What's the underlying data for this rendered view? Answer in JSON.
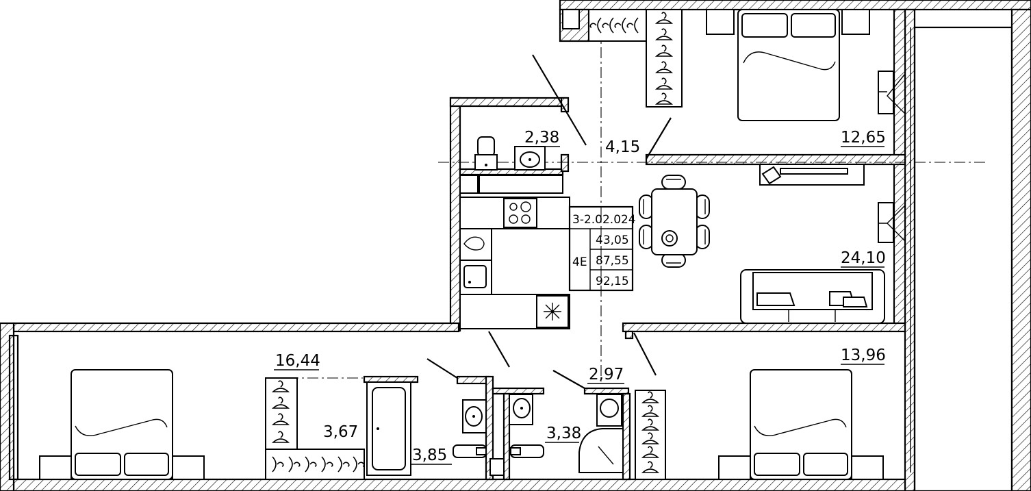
{
  "plan": {
    "apartment_code": "3-2.02.024",
    "type_code": "4E",
    "area_living": "43,05",
    "area_total": "87,55",
    "area_with_balcony": "92,15"
  },
  "rooms": [
    {
      "id": "bath-top",
      "area": "2,38"
    },
    {
      "id": "hall-top",
      "area": "4,15"
    },
    {
      "id": "bedroom-top",
      "area": "12,65"
    },
    {
      "id": "living-kitchen",
      "area": "24,10"
    },
    {
      "id": "bedroom-left",
      "area": "16,44"
    },
    {
      "id": "wardrobe",
      "area": "3,67"
    },
    {
      "id": "bathroom-bottom",
      "area": "3,85"
    },
    {
      "id": "shower-room",
      "area": "3,38"
    },
    {
      "id": "corridor-bottom",
      "area": "2,97"
    },
    {
      "id": "bedroom-right",
      "area": "13,96"
    }
  ]
}
